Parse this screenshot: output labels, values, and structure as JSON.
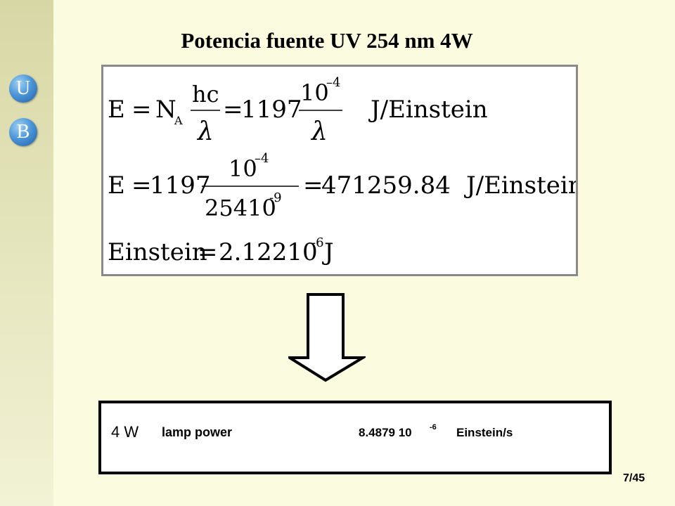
{
  "slide": {
    "title": "Potencia fuente UV 254 nm 4W",
    "page_number": "7/45"
  },
  "logo": {
    "letter_top": "U",
    "letter_bottom": "B",
    "color": "#1e5fa6"
  },
  "formulas": {
    "line1": {
      "lhs": "E",
      "eq": "=",
      "na": "N",
      "na_sub": "A",
      "numerator": "hc",
      "denominator": "λ",
      "coef": "1197",
      "num2": "10",
      "num2_exp": "–4",
      "den2": "λ",
      "unit": "J/Einstein"
    },
    "line2": {
      "lhs": "E",
      "eq": "=",
      "coef": "1197",
      "num": "10",
      "num_exp": "–4",
      "den": "25410",
      "den_exp": "-9",
      "result": "471259.84",
      "unit": "J/Einstein"
    },
    "line3": {
      "lhs": "Einstein",
      "eq": "=",
      "value": "2.12210",
      "exp": "-6",
      "unit": "J"
    }
  },
  "icons": {
    "down_arrow": "down-arrow-icon"
  },
  "result": {
    "amount": "4 W",
    "label": "lamp power",
    "value": "8.4879 10",
    "exponent": "-6",
    "unit": "Einstein/s"
  }
}
